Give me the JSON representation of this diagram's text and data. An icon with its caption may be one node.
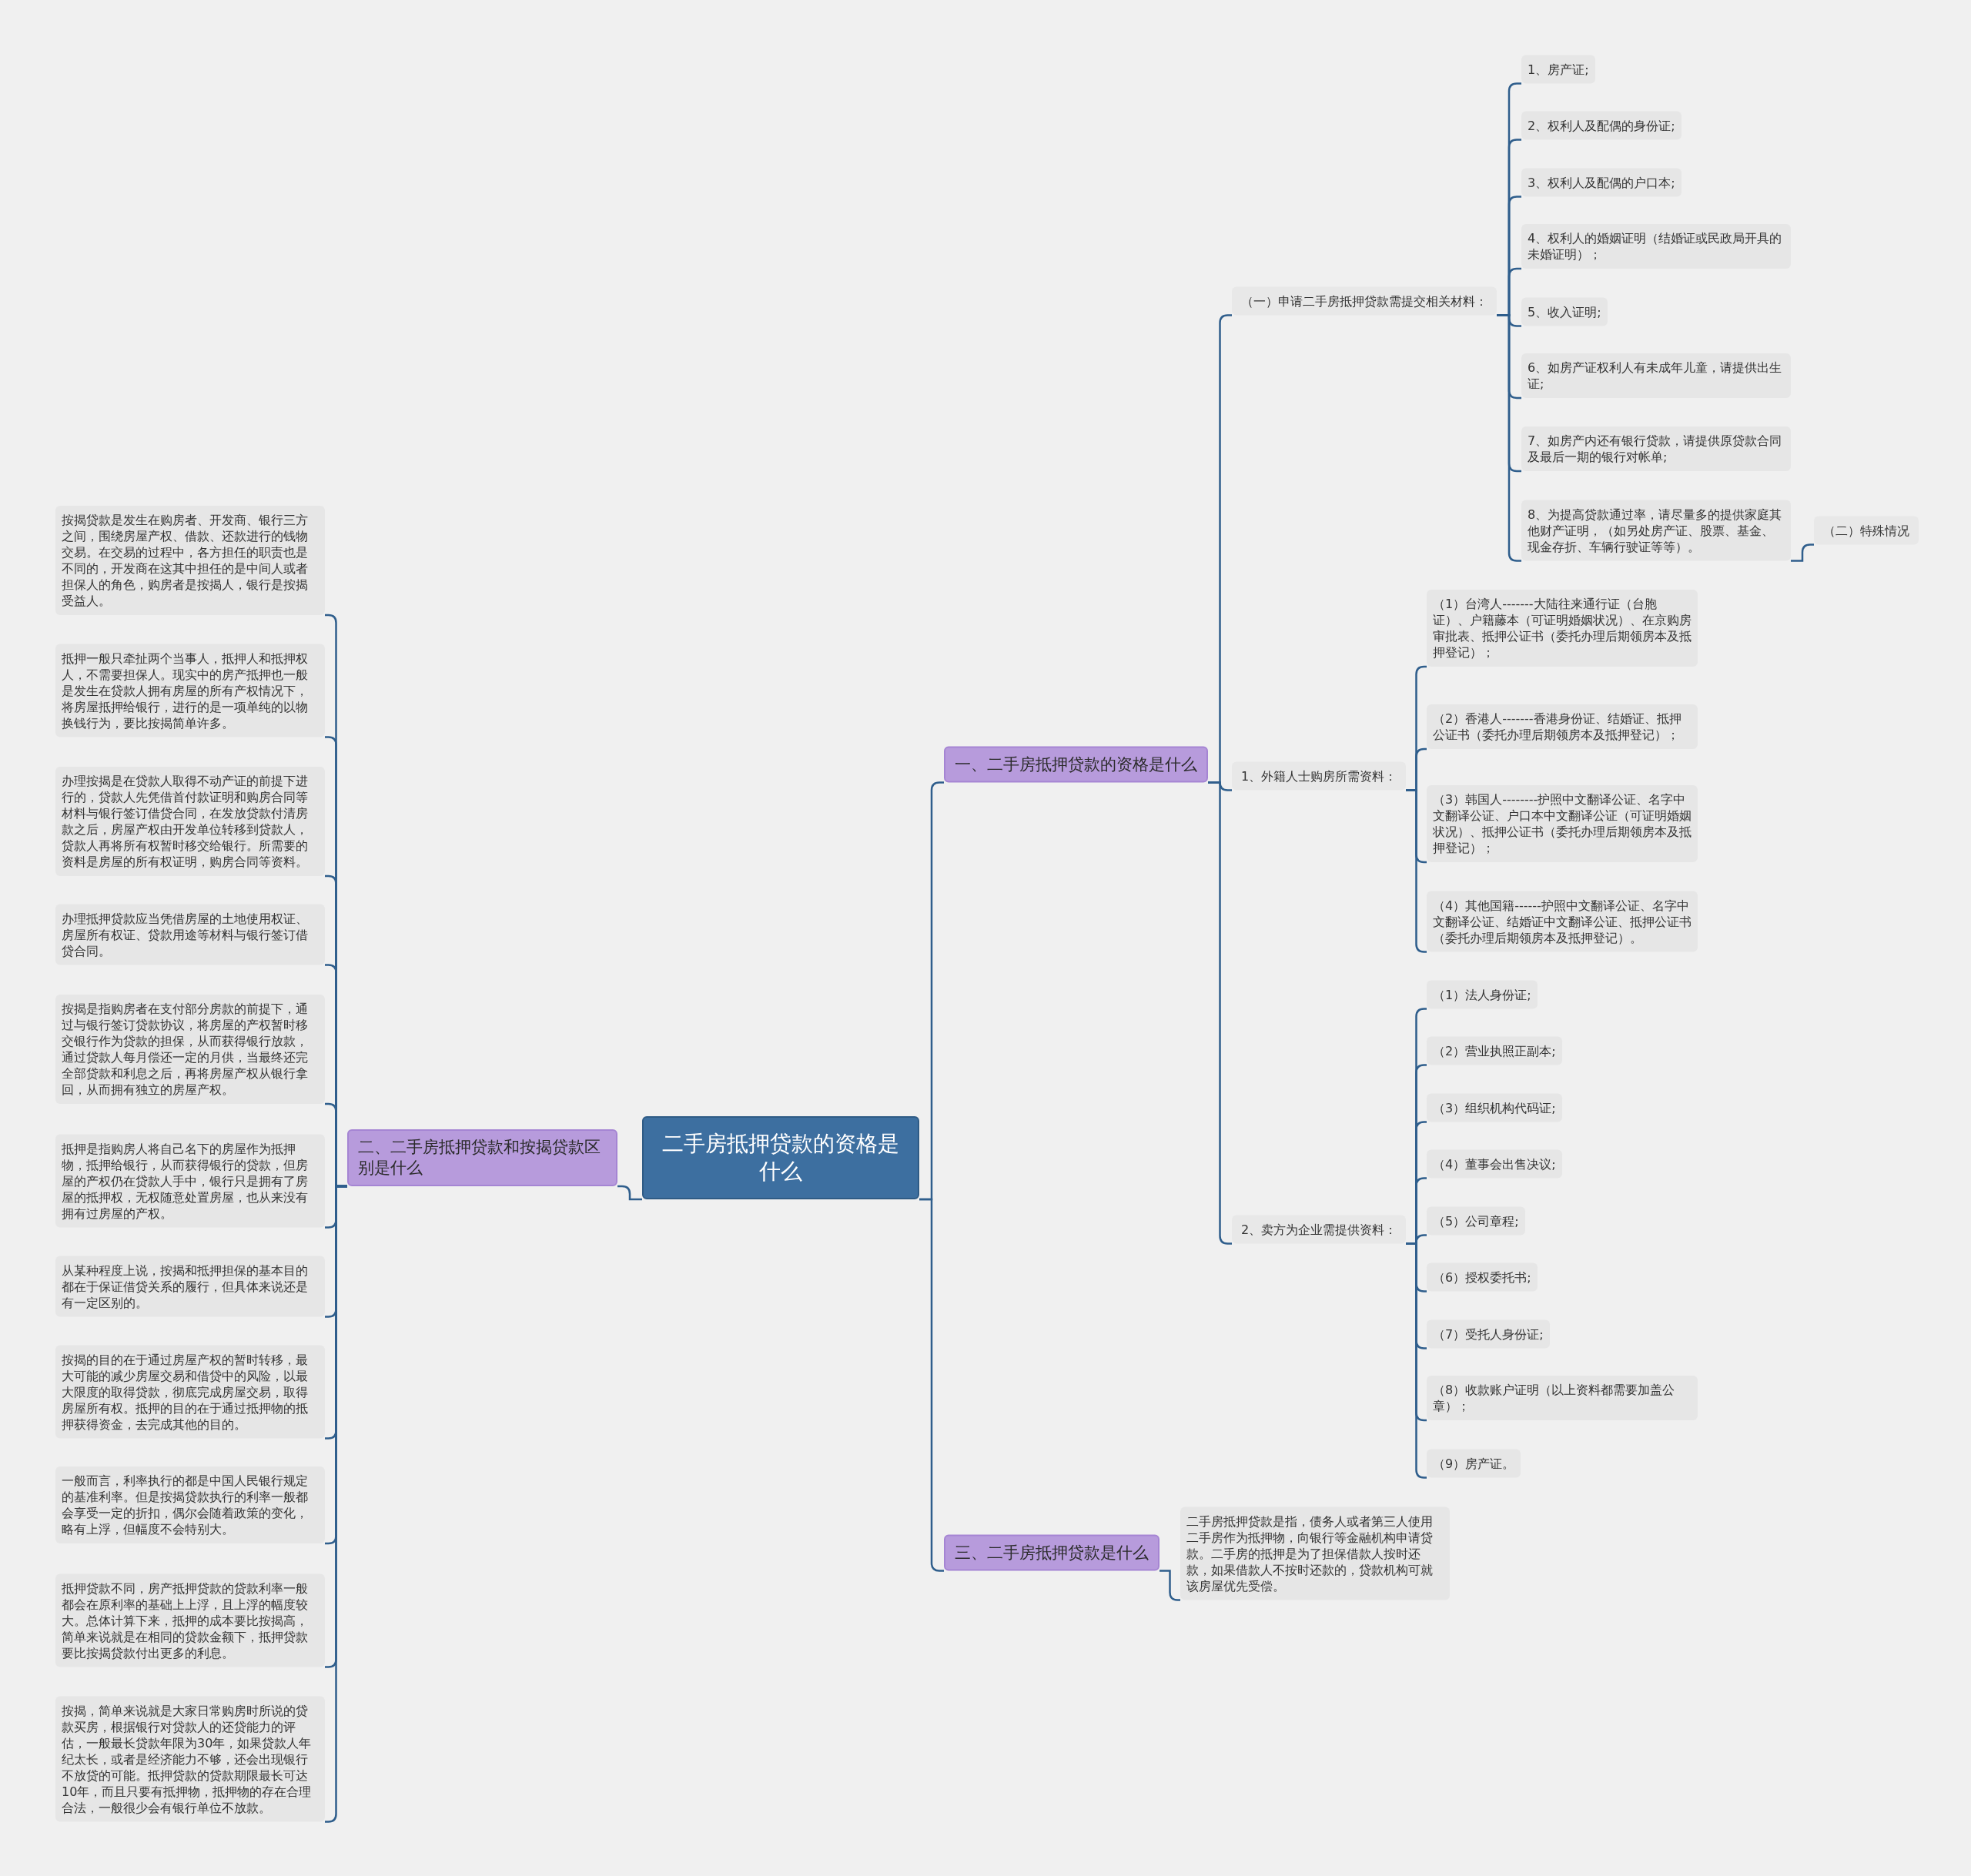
{
  "diagram": {
    "nodes": [
      {
        "text": [
          "二手房抵押贷款的资格是什么"
        ]
      },
      {
        "text": [
          "一、二手房抵押贷款的资格是什么"
        ]
      },
      {
        "text": [
          "（一）申请二手房抵押贷款需提交相关材料："
        ]
      },
      {
        "text": [
          "1、房产证;"
        ]
      },
      {
        "text": [
          "2、权利人及配偶的身份证;"
        ]
      },
      {
        "text": [
          "3、权利人及配偶的户口本;"
        ]
      },
      {
        "text": [
          "4、权利人的婚姻证明（结婚证或民政局开具的未婚证明）；"
        ]
      },
      {
        "text": [
          "5、收入证明;"
        ]
      },
      {
        "text": [
          "6、如房产证权利人有未成年儿童，请提供出生证;"
        ]
      },
      {
        "text": [
          "7、如房产内还有银行贷款，请提供原贷款合同及最后一期的银行对帐单;"
        ]
      },
      {
        "text": [
          "8、为提高贷款通过率，请尽量多的提供家庭其他财产证明，（如另处房产证、股票、基金、现金存折、车辆行驶证等等）。"
        ]
      },
      {
        "text": [
          "（二）特殊情况"
        ]
      },
      {
        "text": [
          "1、外籍人士购房所需资料："
        ]
      },
      {
        "text": [
          "（1）台湾人-------大陆往来通行证（台胞证）、户籍藤本（可证明婚姻状况）、在京购房审批表、抵押公证书（委托办理后期领房本及抵押登记）；"
        ]
      },
      {
        "text": [
          "（2）香港人-------香港身份证、结婚证、抵押公证书（委托办理后期领房本及抵押登记）；"
        ]
      },
      {
        "text": [
          "（3）韩国人--------护照中文翻译公证、名字中文翻译公证、户口本中文翻译公证（可证明婚姻状况）、抵押公证书（委托办理后期领房本及抵押登记）；"
        ]
      },
      {
        "text": [
          "（4）其他国籍------护照中文翻译公证、名字中文翻译公证、结婚证中文翻译公证、抵押公证书（委托办理后期领房本及抵押登记）。"
        ]
      },
      {
        "text": [
          "2、卖方为企业需提供资料："
        ]
      },
      {
        "text": [
          "（1）法人身份证;"
        ]
      },
      {
        "text": [
          "（2）营业执照正副本;"
        ]
      },
      {
        "text": [
          "（3）组织机构代码证;"
        ]
      },
      {
        "text": [
          "（4）董事会出售决议;"
        ]
      },
      {
        "text": [
          "（5）公司章程;"
        ]
      },
      {
        "text": [
          "（6）授权委托书;"
        ]
      },
      {
        "text": [
          "（7）受托人身份证;"
        ]
      },
      {
        "text": [
          "（8）收款账户证明（以上资料都需要加盖公章）；"
        ]
      },
      {
        "text": [
          "（9）房产证。"
        ]
      },
      {
        "text": [
          "三、二手房抵押贷款是什么"
        ]
      },
      {
        "text": [
          "二手房抵押贷款是指，债务人或者第三人使用二手房作为抵押物，向银行等金融机构申请贷款。二手房的抵押是为了担保借款人按时还款，如果借款人不按时还款的，贷款机构可就该房屋优先受偿。"
        ]
      },
      {
        "text": [
          "二、二手房抵押贷款和按揭贷款区别是什么"
        ]
      },
      {
        "text": [
          "按揭贷款是发生在购房者、开发商、银行三方之间，围绕房屋产权、借款、还款进行的钱物交易。在交易的过程中，各方担任的职责也是不同的，开发商在这其中担任的是中间人或者担保人的角色，购房者是按揭人，银行是按揭受益人。"
        ]
      },
      {
        "text": [
          "抵押一般只牵扯两个当事人，抵押人和抵押权人，不需要担保人。现实中的房产抵押也一般是发生在贷款人拥有房屋的所有产权情况下，将房屋抵押给银行，进行的是一项单纯的以物换钱行为，要比按揭简单许多。"
        ]
      },
      {
        "text": [
          "办理按揭是在贷款人取得不动产证的前提下进行的，贷款人先凭借首付款证明和购房合同等材料与银行签订借贷合同，在发放贷款付清房款之后，房屋产权由开发单位转移到贷款人，贷款人再将所有权暂时移交给银行。所需要的资料是房屋的所有权证明，购房合同等资料。"
        ]
      },
      {
        "text": [
          "办理抵押贷款应当凭借房屋的土地使用权证、房屋所有权证、贷款用途等材料与银行签订借贷合同。"
        ]
      },
      {
        "text": [
          "按揭是指购房者在支付部分房款的前提下，通过与银行签订贷款协议，将房屋的产权暂时移交银行作为贷款的担保，从而获得银行放款，通过贷款人每月偿还一定的月供，当最终还完全部贷款和利息之后，再将房屋产权从银行拿回，从而拥有独立的房屋产权。"
        ]
      },
      {
        "text": [
          "抵押是指购房人将自己名下的房屋作为抵押物，抵押给银行，从而获得银行的贷款，但房屋的产权仍在贷款人手中，银行只是拥有了房屋的抵押权，无权随意处置房屋，也从来没有拥有过房屋的产权。"
        ]
      },
      {
        "text": [
          "从某种程度上说，按揭和抵押担保的基本目的都在于保证借贷关系的履行，但具体来说还是有一定区别的。"
        ]
      },
      {
        "text": [
          "按揭的目的在于通过房屋产权的暂时转移，最大可能的减少房屋交易和借贷中的风险，以最大限度的取得贷款，彻底完成房屋交易，取得房屋所有权。抵押的目的在于通过抵押物的抵押获得资金，去完成其他的目的。"
        ]
      },
      {
        "text": [
          "一般而言，利率执行的都是中国人民银行规定的基准利率。但是按揭贷款执行的利率一般都会享受一定的折扣，偶尔会随着政策的变化，略有上浮，但幅度不会特别大。"
        ]
      },
      {
        "text": [
          "抵押贷款不同，房产抵押贷款的贷款利率一般都会在原利率的基础上上浮，且上浮的幅度较大。总体计算下来，抵押的成本要比按揭高，简单来说就是在相同的贷款金额下，抵押贷款要比按揭贷款付出更多的利息。"
        ]
      },
      {
        "text": [
          "按揭，简单来说就是大家日常购房时所说的贷款买房，根据银行对贷款人的还贷能力的评估，一般最长贷款年限为30年，如果贷款人年纪太长，或者是经济能力不够，还会出现银行不放贷的可能。抵押贷款的贷款期限最长可达10年，而且只要有抵押物，抵押物的存在合理合法，一般很少会有银行单位不放款。"
        ]
      }
    ],
    "edges": [
      {
        "from": 0,
        "to": 1,
        "arrow": "none"
      },
      {
        "from": 0,
        "to": 27,
        "arrow": "none"
      },
      {
        "from": 0,
        "to": 29,
        "arrow": "none"
      },
      {
        "from": 1,
        "to": 2,
        "arrow": "none"
      },
      {
        "from": 1,
        "to": 12,
        "arrow": "none"
      },
      {
        "from": 1,
        "to": 17,
        "arrow": "none"
      },
      {
        "from": 2,
        "to": 3,
        "arrow": "none"
      },
      {
        "from": 2,
        "to": 4,
        "arrow": "none"
      },
      {
        "from": 2,
        "to": 5,
        "arrow": "none"
      },
      {
        "from": 2,
        "to": 6,
        "arrow": "none"
      },
      {
        "from": 2,
        "to": 7,
        "arrow": "none"
      },
      {
        "from": 2,
        "to": 8,
        "arrow": "none"
      },
      {
        "from": 2,
        "to": 9,
        "arrow": "none"
      },
      {
        "from": 2,
        "to": 10,
        "arrow": "none"
      },
      {
        "from": 10,
        "to": 11,
        "arrow": "none"
      },
      {
        "from": 12,
        "to": 13,
        "arrow": "none"
      },
      {
        "from": 12,
        "to": 14,
        "arrow": "none"
      },
      {
        "from": 12,
        "to": 15,
        "arrow": "none"
      },
      {
        "from": 12,
        "to": 16,
        "arrow": "none"
      },
      {
        "from": 17,
        "to": 18,
        "arrow": "none"
      },
      {
        "from": 17,
        "to": 19,
        "arrow": "none"
      },
      {
        "from": 17,
        "to": 20,
        "arrow": "none"
      },
      {
        "from": 17,
        "to": 21,
        "arrow": "none"
      },
      {
        "from": 17,
        "to": 22,
        "arrow": "none"
      },
      {
        "from": 17,
        "to": 23,
        "arrow": "none"
      },
      {
        "from": 17,
        "to": 24,
        "arrow": "none"
      },
      {
        "from": 17,
        "to": 25,
        "arrow": "none"
      },
      {
        "from": 17,
        "to": 26,
        "arrow": "none"
      },
      {
        "from": 27,
        "to": 28,
        "arrow": "none"
      },
      {
        "from": 29,
        "to": 30,
        "arrow": "none"
      },
      {
        "from": 29,
        "to": 31,
        "arrow": "none"
      },
      {
        "from": 29,
        "to": 32,
        "arrow": "none"
      },
      {
        "from": 29,
        "to": 33,
        "arrow": "none"
      },
      {
        "from": 29,
        "to": 34,
        "arrow": "none"
      },
      {
        "from": 29,
        "to": 35,
        "arrow": "none"
      },
      {
        "from": 29,
        "to": 36,
        "arrow": "none"
      },
      {
        "from": 29,
        "to": 37,
        "arrow": "none"
      },
      {
        "from": 29,
        "to": 38,
        "arrow": "none"
      },
      {
        "from": 29,
        "to": 39,
        "arrow": "none"
      },
      {
        "from": 29,
        "to": 40,
        "arrow": "none"
      }
    ]
  }
}
